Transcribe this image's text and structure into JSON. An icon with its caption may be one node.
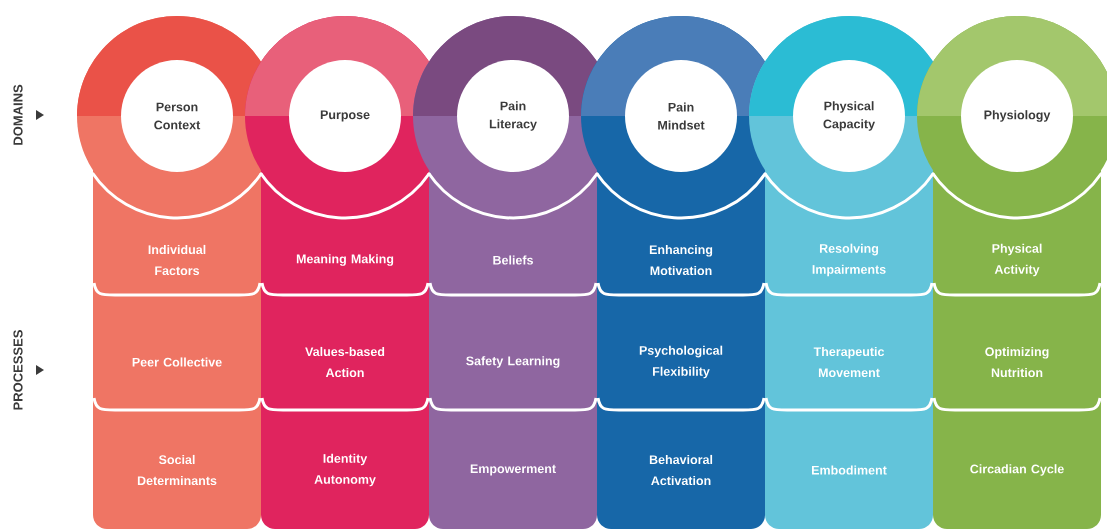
{
  "diagram": {
    "nodes": [
      {
        "text": [
          "Person Context"
        ]
      },
      {
        "text": [
          "Purpose"
        ]
      },
      {
        "text": [
          "Pain Literacy"
        ]
      },
      {
        "text": [
          "Pain Mindset"
        ]
      },
      {
        "text": [
          "Physical Capacity"
        ]
      },
      {
        "text": [
          "Physiology"
        ]
      },
      {
        "text": [
          "Individual Factors"
        ]
      },
      {
        "text": [
          "Meaning Making"
        ]
      },
      {
        "text": [
          "Beliefs"
        ]
      },
      {
        "text": [
          "Enhancing Motivation"
        ]
      },
      {
        "text": [
          "Resolving Impairments"
        ]
      },
      {
        "text": [
          "Physical Activity"
        ]
      },
      {
        "text": [
          "Peer Collective"
        ]
      },
      {
        "text": [
          "Values-based Action"
        ]
      },
      {
        "text": [
          "Safety Learning"
        ]
      },
      {
        "text": [
          "Psychological Flexibility"
        ]
      },
      {
        "text": [
          "Therapeutic Movement"
        ]
      },
      {
        "text": [
          "Optimizing Nutrition"
        ]
      },
      {
        "text": [
          "Social Determinants"
        ]
      },
      {
        "text": [
          "Identity Autonomy"
        ]
      },
      {
        "text": [
          "Empowerment"
        ]
      },
      {
        "text": [
          "Behavioral Activation"
        ]
      },
      {
        "text": [
          "Embodiment"
        ]
      },
      {
        "text": [
          "Circadian Cycle"
        ]
      }
    ],
    "labels": [
      "DOMAINS",
      "PROCESSES"
    ]
  }
}
